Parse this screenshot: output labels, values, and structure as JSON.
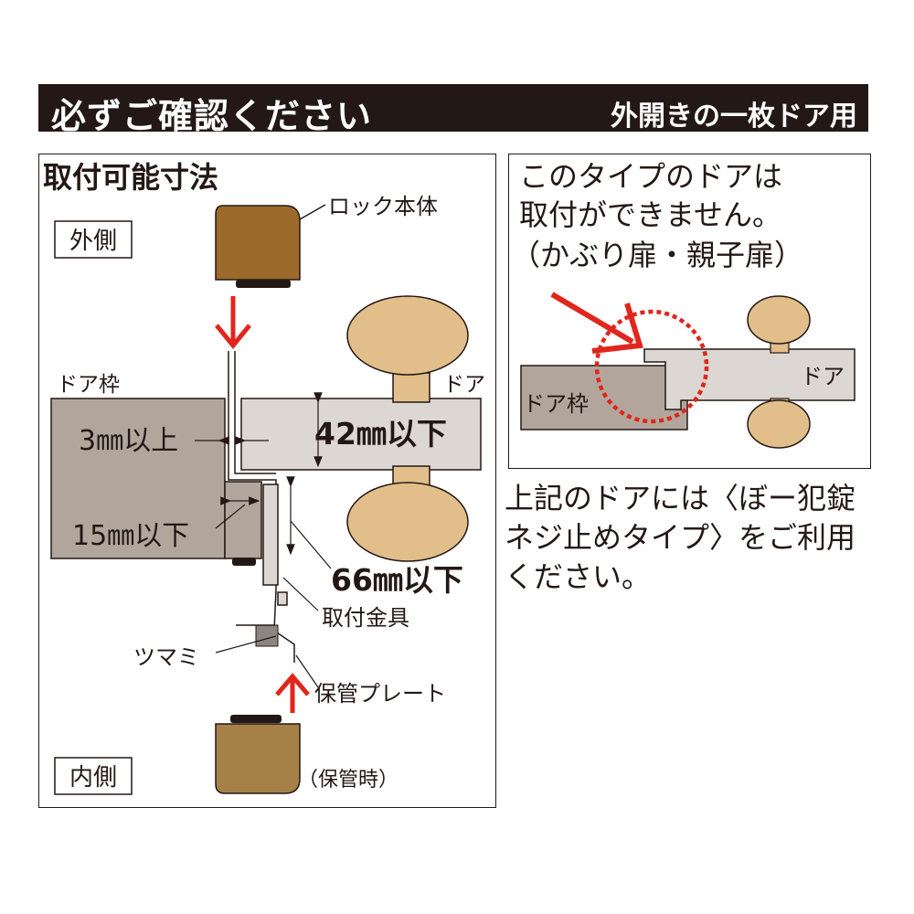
{
  "banner": {
    "title": "必ずご確認ください",
    "subtitle": "外開きの一枚ドア用"
  },
  "left": {
    "heading": "取付可能寸法",
    "outside_label": "外側",
    "inside_label": "内側",
    "lock_body_label": "ロック本体",
    "frame_label": "ドア枠",
    "door_label": "ドア",
    "dim_3mm": "3㎜以上",
    "dim_15mm": "15㎜以下",
    "dim_42mm": "42㎜以下",
    "dim_66mm": "66㎜以下",
    "bracket_label": "取付金具",
    "knob_label": "ツマミ",
    "plate_label": "保管プレート",
    "storage_label": "（保管時）"
  },
  "right": {
    "warning_line1": "このタイプのドアは",
    "warning_line2": "取付ができません。",
    "warning_line3": "（かぶり扉・親子扉）",
    "door_label": "ドア",
    "frame_label": "ドア枠"
  },
  "note": "上記のドアには〈ぼー犯錠\nネジ止めタイプ〉をご利用\nください。",
  "colors": {
    "banner_bg": "#231815",
    "frame_gray": "#b2a69c",
    "door_gray": "#dcd7d2",
    "knob_tan": "#e2be8a",
    "lock_brown": "#9c6a2a",
    "lock_inner": "#a58147",
    "arrow_red": "#e0261d"
  }
}
